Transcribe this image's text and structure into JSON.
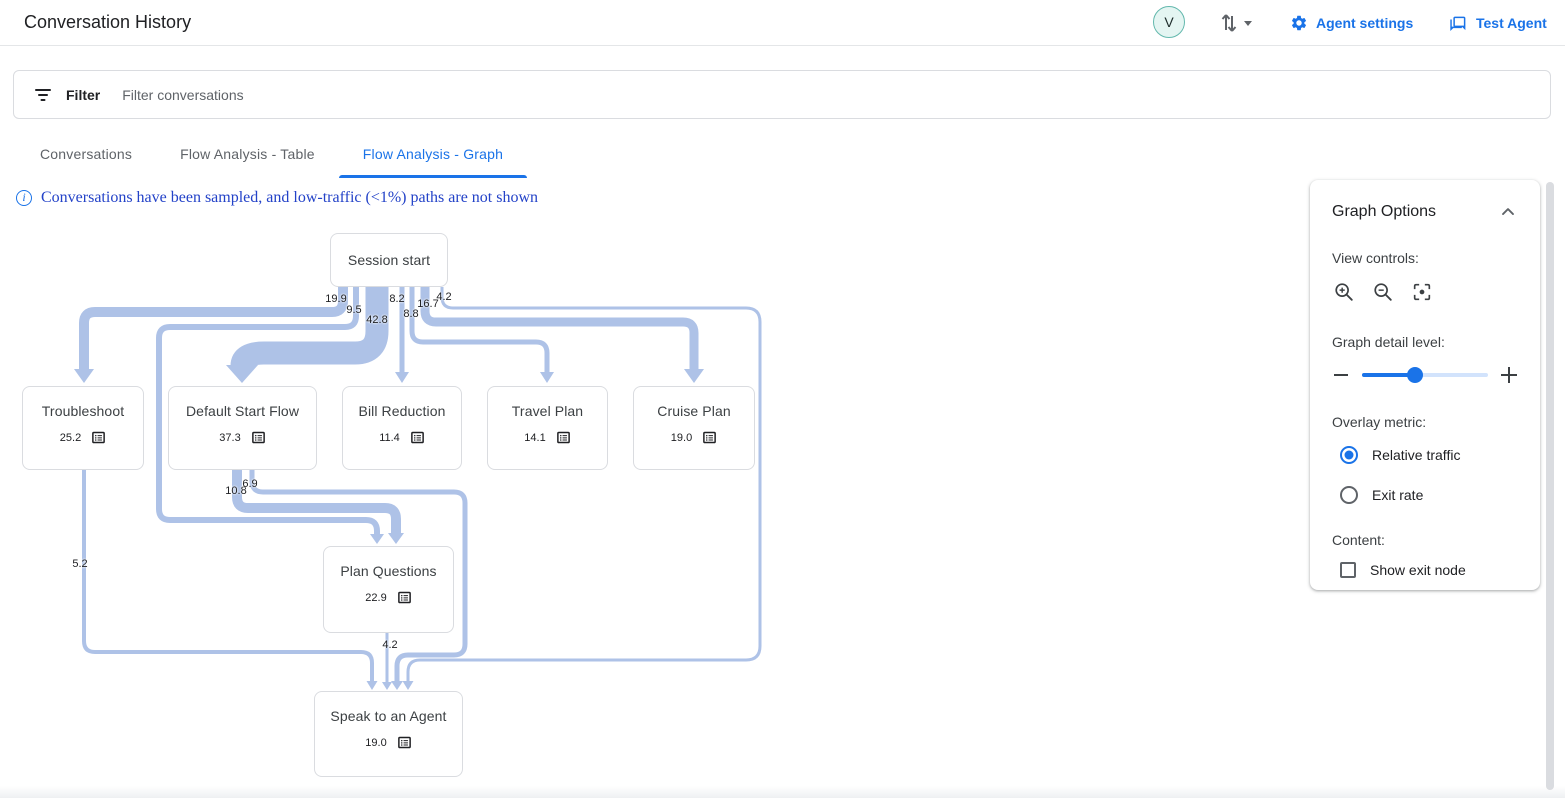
{
  "header": {
    "title": "Conversation History",
    "avatar_letter": "V",
    "agent_settings_label": "Agent settings",
    "test_agent_label": "Test Agent"
  },
  "filter_bar": {
    "filter_label": "Filter",
    "placeholder": "Filter conversations"
  },
  "tabs": [
    {
      "id": "conversations",
      "label": "Conversations",
      "active": false
    },
    {
      "id": "flow-analysis-table",
      "label": "Flow Analysis - Table",
      "active": false
    },
    {
      "id": "flow-analysis-graph",
      "label": "Flow Analysis - Graph",
      "active": true
    }
  ],
  "notice": "Conversations have been sampled, and low-traffic (<1%) paths are not shown",
  "graph_options": {
    "title": "Graph Options",
    "view_controls_label": "View controls:",
    "detail_label": "Graph detail level:",
    "detail_level_pct": 42,
    "overlay_label": "Overlay metric:",
    "overlay_options": [
      {
        "id": "relative-traffic",
        "label": "Relative traffic",
        "selected": true
      },
      {
        "id": "exit-rate",
        "label": "Exit rate",
        "selected": false
      }
    ],
    "content_label": "Content:",
    "checkbox_label": "Show exit node",
    "checkbox_checked": false
  },
  "colors": {
    "accent": "#1a73e8",
    "flow_band": "#aec2e7",
    "notice_text": "#2342c8"
  },
  "chart_data": {
    "type": "flow-graph",
    "title": "Flow Analysis - Graph (relative traffic overlay)",
    "nodes": [
      {
        "id": "session_start",
        "label": "Session start",
        "value": null
      },
      {
        "id": "troubleshoot",
        "label": "Troubleshoot",
        "value": 25.2
      },
      {
        "id": "default_start_flow",
        "label": "Default Start Flow",
        "value": 37.3
      },
      {
        "id": "bill_reduction",
        "label": "Bill Reduction",
        "value": 11.4
      },
      {
        "id": "travel_plan",
        "label": "Travel Plan",
        "value": 14.1
      },
      {
        "id": "cruise_plan",
        "label": "Cruise Plan",
        "value": 19.0
      },
      {
        "id": "plan_questions",
        "label": "Plan Questions",
        "value": 22.9
      },
      {
        "id": "speak_to_agent",
        "label": "Speak to an Agent",
        "value": 19.0
      }
    ],
    "edges": [
      {
        "from": "session_start",
        "to": "troubleshoot",
        "value": 19.9
      },
      {
        "from": "session_start",
        "to": "plan_questions",
        "value": 9.5
      },
      {
        "from": "session_start",
        "to": "default_start_flow",
        "value": 42.8
      },
      {
        "from": "session_start",
        "to": "bill_reduction",
        "value": 8.2
      },
      {
        "from": "session_start",
        "to": "travel_plan",
        "value": 8.8
      },
      {
        "from": "session_start",
        "to": "cruise_plan",
        "value": 16.7
      },
      {
        "from": "session_start",
        "to": "speak_to_agent",
        "value": 4.2
      },
      {
        "from": "default_start_flow",
        "to": "plan_questions",
        "value": 10.8
      },
      {
        "from": "default_start_flow",
        "to": "speak_to_agent",
        "value": 6.9
      },
      {
        "from": "troubleshoot",
        "to": "speak_to_agent",
        "value": 5.2
      },
      {
        "from": "plan_questions",
        "to": "speak_to_agent",
        "value": 4.2
      }
    ]
  }
}
